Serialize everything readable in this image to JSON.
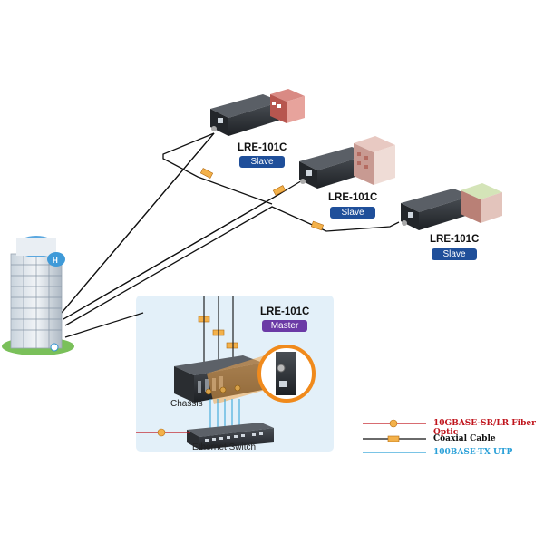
{
  "slaves": [
    {
      "model": "LRE-101C",
      "role": "Slave"
    },
    {
      "model": "LRE-101C",
      "role": "Slave"
    },
    {
      "model": "LRE-101C",
      "role": "Slave"
    }
  ],
  "master": {
    "model": "LRE-101C",
    "role": "Master"
  },
  "captions": {
    "chassis": "Chassis",
    "switch": "Ethernet Switch"
  },
  "legend": [
    {
      "label": "10GBASE-SR/LR Fiber Optic",
      "color": "#c0141c"
    },
    {
      "label": "Coaxial Cable",
      "color": "#111111"
    },
    {
      "label": "100BASE-TX UTP",
      "color": "#2aa0d8"
    }
  ],
  "colors": {
    "slave_badge": "#1f4f9a",
    "master_badge": "#6b3aa6",
    "inset_bg": "#e3f0f9",
    "highlight": "#f08a1c"
  }
}
